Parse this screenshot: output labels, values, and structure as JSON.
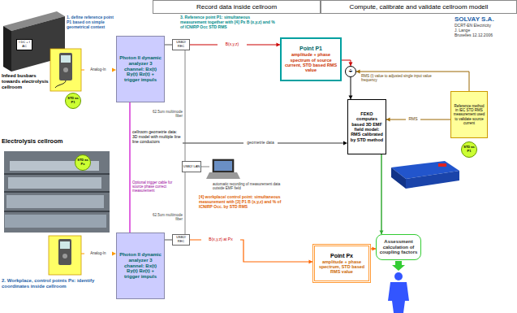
{
  "diagram": {
    "nodes": [
      {
        "text": [
          "Record data inside cellroom"
        ]
      },
      {
        "text": [
          "Compute, calibrate and validate cellroom modell"
        ]
      },
      {
        "text": [
          "Photon II dynamic analyzer 3 channel: Bx(t) By(t) Bz(t) + trigger impuls"
        ]
      },
      {
        "text": [
          "USB2/ REC"
        ]
      },
      {
        "text": [
          "Point P1",
          "amplitude + phase spectrum of source current, STD based RMS value"
        ]
      },
      {
        "text": [
          "÷"
        ]
      },
      {
        "text": [
          "I DC + I AC"
        ]
      },
      {
        "text": [
          "FEKO computes based 3D EMF field model: RMS calibrated by STD method"
        ]
      },
      {
        "text": [
          "Reference method in IEC STD RMS measurement used to validate source current"
        ]
      },
      {
        "text": [
          "STD as P1"
        ]
      },
      {
        "text": [
          "STD as P1"
        ]
      },
      {
        "text": [
          "STD as Px"
        ]
      },
      {
        "text": [
          "USB2/ LAN"
        ]
      },
      {
        "text": [
          "Photon II dynamic analyzer 3 channel: Bx(t) By(t) Bz(t) + trigger impuls"
        ]
      },
      {
        "text": [
          "USB2/ REC"
        ]
      },
      {
        "text": [
          "Point Px",
          "amplitude + phase spectrum, STD based RMS value"
        ]
      },
      {
        "text": [
          "Assessment calculation of coupling factors"
        ]
      }
    ],
    "edges": [
      {
        "from": 2,
        "to": 3,
        "arrow": "none"
      },
      {
        "from": 3,
        "to": 4,
        "arrow": "to",
        "label": "B(x,y,z)"
      },
      {
        "from": 4,
        "to": 5,
        "arrow": "to"
      },
      {
        "from": 5,
        "to": 7,
        "arrow": "to"
      },
      {
        "from": 8,
        "to": 5,
        "arrow": "to",
        "label": "RMS (I) value to adjusted single input value frequency"
      },
      {
        "from": 8,
        "to": 7,
        "arrow": "to",
        "label": "RMS"
      },
      {
        "from": 3,
        "to": 12,
        "arrow": "none",
        "label": "62.5um multimode fiber"
      },
      {
        "from": 14,
        "to": 12,
        "arrow": "none",
        "label": "62.5um multimode fiber"
      },
      {
        "from": 2,
        "to": 13,
        "arrow": "none",
        "label": "Optional trigger cable for source phase correct measurement"
      },
      {
        "from": 13,
        "to": 14,
        "arrow": "none"
      },
      {
        "from": 14,
        "to": 15,
        "arrow": "to",
        "label": "B(x,y,z) at Px"
      },
      {
        "from": 15,
        "to": 16,
        "arrow": "to"
      },
      {
        "from": 7,
        "to": 16,
        "arrow": "to"
      }
    ],
    "labels": [
      "SOLVAY S.A.",
      "DCRT-EN Electricity",
      "J. Lange",
      "Bruxelles 12.12.2006",
      "1. define reference point P1 based on simple geometrical context",
      "3. Reference point P1: simultaneous measurement together with [4] Px B (x,y,z) and % of ICNIRP Occ STD RMS",
      "Infeed busbars towards electrolysis cellroom",
      "Analog-In",
      "Electrolysis cellroom",
      "cellroom geometrie data: 3D model with multiple line line conductors",
      "geometrie data",
      "automatic recording of measurement data outside EMF field",
      "[4] workplace/ control point: simultaneous measurement with [3] P1 B (x,y,z) and % of ICNIRP Occ. by STD RMS",
      "Analog-In",
      "2. Workplace, control points Px: identify coordinates inside cellroom"
    ]
  }
}
